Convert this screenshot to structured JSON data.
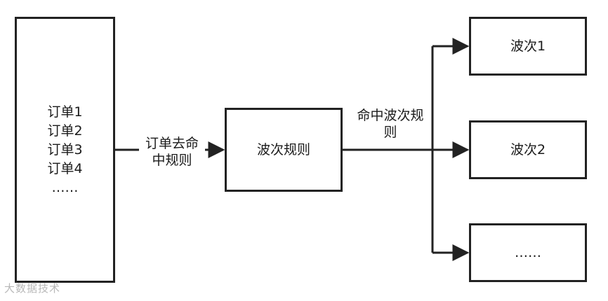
{
  "orders": {
    "lines": [
      "订单1",
      "订单2",
      "订单3",
      "订单4",
      "……"
    ]
  },
  "edge_left_label": "订单去命中规则",
  "rule_box": {
    "label": "波次规则"
  },
  "edge_right_label": "命中波次规则",
  "waves": [
    {
      "label": "波次1"
    },
    {
      "label": "波次2"
    },
    {
      "label": "……"
    }
  ],
  "watermark": "大数据技术",
  "colors": {
    "stroke": "#222222",
    "background": "#ffffff"
  }
}
